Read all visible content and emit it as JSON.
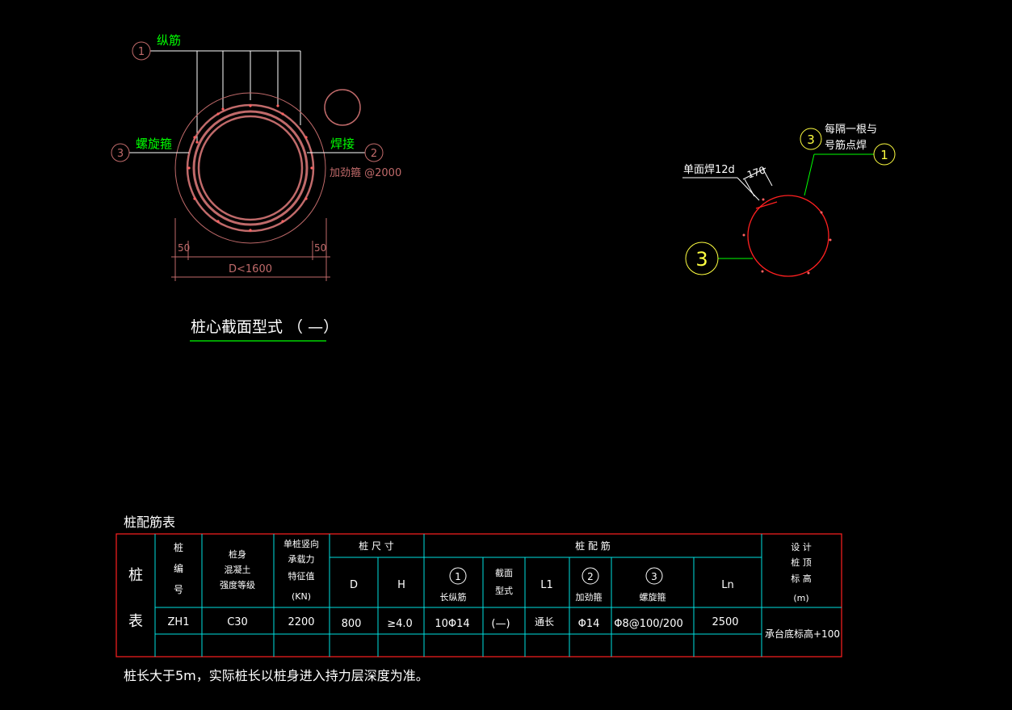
{
  "colors": {
    "background": "#000000",
    "line": "#ffffff",
    "pile": "#c06a6a",
    "red": "#ff2020",
    "green": "#00ff00",
    "yellow": "#ffff40",
    "cyan": "#00e0e0"
  },
  "section": {
    "callouts": {
      "c1": "1",
      "c2": "2",
      "c3": "3"
    },
    "label_longitudinal": "纵筋",
    "label_spiral": "螺旋箍",
    "label_weld": "焊接",
    "label_stiffener": "加劲箍 @2000",
    "dim_left": "50",
    "dim_right": "50",
    "dim_total": "D<1600",
    "title": "桩心截面型式  （ —）"
  },
  "detail": {
    "callout_3_top": "3",
    "callout_1": "1",
    "callout_3_left": "3",
    "note_line1": "每隔一根与",
    "note_line2": "号筋点焊",
    "weld_note": "单面焊12d",
    "dim_170": "170"
  },
  "table": {
    "caption": "桩配筋表",
    "side_label_1": "桩",
    "side_label_2": "表",
    "headers": {
      "pile_no": [
        "桩",
        "编",
        "号"
      ],
      "concrete": [
        "桩身",
        "混凝土",
        "强度等级"
      ],
      "capacity": [
        "单桩竖向",
        "承载力",
        "特征值",
        "(KN)"
      ],
      "dims_group": "桩    尺    寸",
      "d": "D",
      "h": "H",
      "rebar_group": "桩          配          筋",
      "long_circle": "1",
      "long_label": "长纵筋",
      "section_type": [
        "截面",
        "型式"
      ],
      "l1": "L1",
      "stiff_circle": "2",
      "stiff_label": "加劲箍",
      "spiral_circle": "3",
      "spiral_label": "螺旋箍",
      "ln": "Ln",
      "elevation": [
        "设  计",
        "桩  顶",
        "标  高",
        "(m)"
      ]
    },
    "row": {
      "pile_no": "ZH1",
      "concrete": "C30",
      "capacity": "2200",
      "d": "800",
      "h": "≥4.0",
      "long": "10Φ14",
      "section_type": "(—)",
      "l1": "通长",
      "stiff": "Φ14",
      "spiral": "Φ8@100/200",
      "ln": "2500",
      "elevation": "承台底标高+100"
    }
  },
  "footnote": "桩长大于5m，实际桩长以桩身进入持力层深度为准。"
}
